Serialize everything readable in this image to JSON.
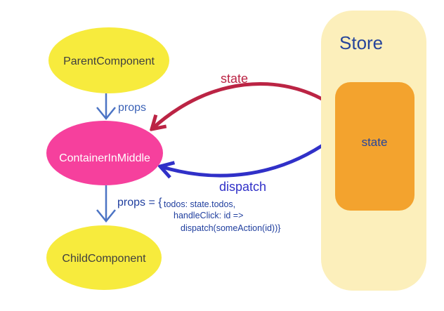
{
  "diagram": {
    "nodes": {
      "parent": {
        "label": "ParentComponent"
      },
      "container": {
        "label": "ContainerInMiddle"
      },
      "child": {
        "label": "ChildComponent"
      },
      "store": {
        "title": "Store",
        "state_box": {
          "label": "state"
        }
      }
    },
    "edges": {
      "props_top": {
        "label": "props"
      },
      "props_bottom": {
        "prefix": "props = {",
        "code_line1": "todos: state.todos,",
        "code_line2": "handleClick: id =>",
        "code_line3": "dispatch(someAction(id))}"
      },
      "state_flow": {
        "label": "state"
      },
      "dispatch_flow": {
        "label": "dispatch"
      }
    }
  },
  "colors": {
    "component_fill": "#F7EB3D",
    "container_fill": "#F6409D",
    "store_fill": "#FCEFBB",
    "state_fill": "#F3A32E",
    "state_arrow": "#BB2444",
    "dispatch_arrow": "#3030C8",
    "props_arrow": "#4C74C4",
    "props_text": "#3B62B6",
    "navy_text": "#25449B",
    "code_text": "#1F3E9E",
    "component_text": "#3F3F3F",
    "container_text": "#FFFFFF"
  }
}
